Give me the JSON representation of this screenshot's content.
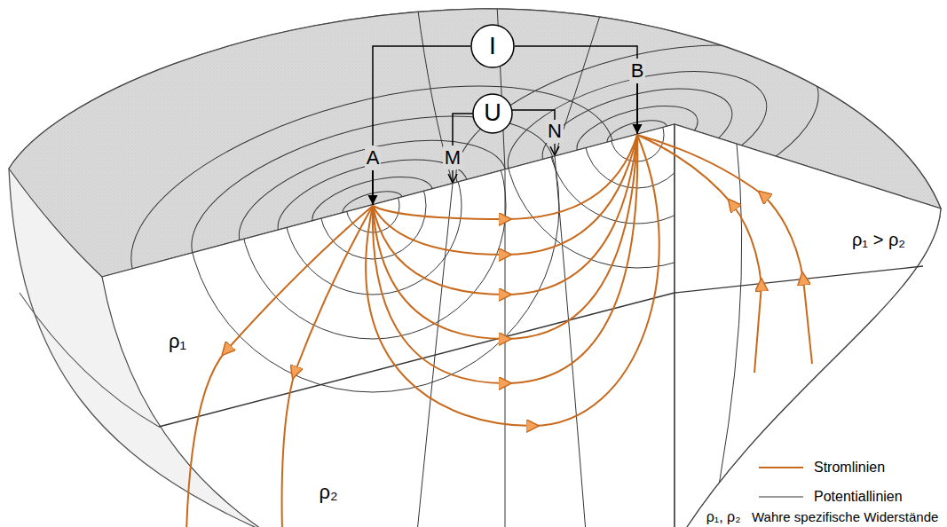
{
  "diagram": {
    "nodes": [
      {
        "text": [
          "I"
        ]
      },
      {
        "text": [
          "U"
        ]
      }
    ],
    "labels": [
      "A",
      "M",
      "N",
      "B",
      "ρ₁",
      "ρ₂",
      "ρ₁ > ρ₂",
      "ρ₁, ρ₂",
      "Wahre spezifische Widerstände"
    ],
    "legend": [
      {
        "text": "Stromlinien"
      },
      {
        "text": "Potentiallinien"
      }
    ]
  }
}
